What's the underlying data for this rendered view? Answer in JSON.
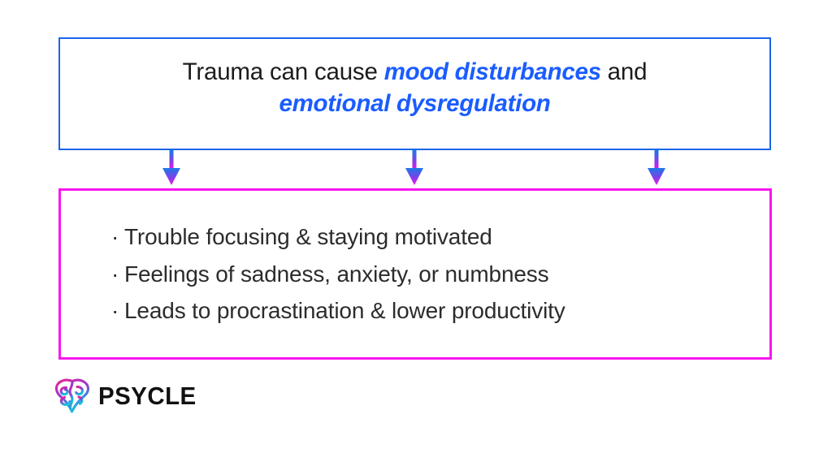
{
  "colors": {
    "cause_border": "#1a66e8",
    "effects_border": "#f916ee",
    "highlight_text": "#1a5cff",
    "body_text": "#1c1c1c",
    "bullet_text": "#2c2c2c",
    "arrow_gradient_start": "#1a7ae8",
    "arrow_gradient_end": "#e812f0",
    "logo_gradient_start": "#e0299b",
    "logo_gradient_mid": "#8b3ad6",
    "logo_gradient_end": "#18c8d8",
    "background": "#ffffff"
  },
  "cause": {
    "line1_part1": "Trauma can cause ",
    "line1_highlight": "mood disturbances",
    "line1_part2": " and",
    "line2_highlight": "emotional dysregulation"
  },
  "arrows": [
    {
      "name": "arrow-left",
      "direction": "down"
    },
    {
      "name": "arrow-center",
      "direction": "down"
    },
    {
      "name": "arrow-right",
      "direction": "down"
    }
  ],
  "effects": {
    "bullet_char": "·",
    "items": [
      "Trouble focusing & staying motivated",
      "Feelings of sadness, anxiety, or numbness",
      "Leads to procrastination & lower productivity"
    ]
  },
  "logo": {
    "wordmark": "PSYCLE",
    "icon": "brain-swirl-icon"
  }
}
